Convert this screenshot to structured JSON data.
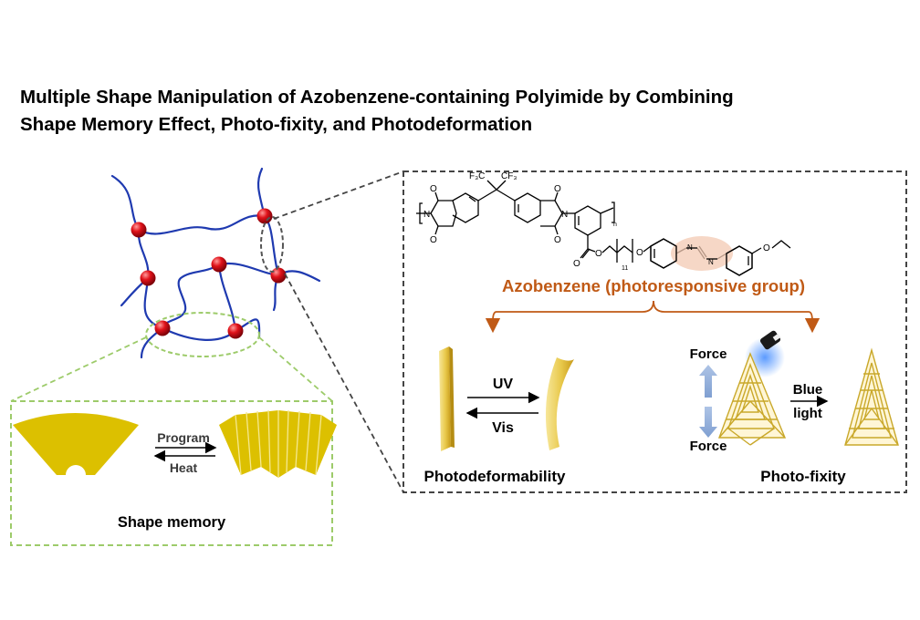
{
  "title": {
    "line1": "Multiple Shape Manipulation of Azobenzene-containing Polyimide by Combining",
    "line2": "Shape Memory Effect, Photo-fixity, and Photodeformation"
  },
  "shape_memory": {
    "label": "Shape memory",
    "forward": "Program",
    "backward": "Heat"
  },
  "molecule": {
    "cf3_left": "F₃C",
    "cf3_right": "CF₃",
    "subscript_n": "n",
    "subscript_11": "11",
    "atom_o": "O",
    "atom_n": "N"
  },
  "azobenzene": {
    "label": "Azobenzene (photoresponsive group)",
    "color": "#c05a16"
  },
  "photodeformability": {
    "label": "Photodeformability",
    "forward": "UV",
    "backward": "Vis"
  },
  "photofixity": {
    "label": "Photo-fixity",
    "force_top": "Force",
    "force_bottom": "Force",
    "light_line1": "Blue",
    "light_line2": "light"
  },
  "colors": {
    "chain": "#1f3ab0",
    "crosslink": "#e0121a",
    "gold": "#dcc000",
    "green_dash": "#9dcb6a",
    "box_dash": "#444444",
    "highlight": "#f3c9b3"
  }
}
